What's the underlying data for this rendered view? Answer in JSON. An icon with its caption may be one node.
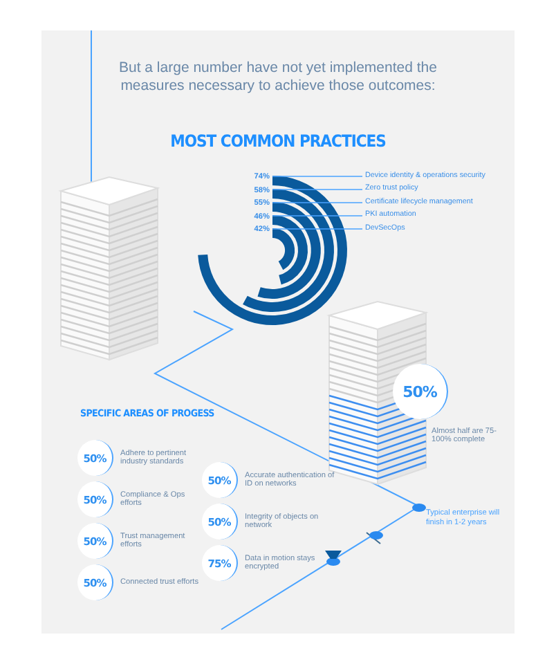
{
  "diagram": {
    "title": "But a large number have not yet implemented the measures necessary to achieve those outcomes:",
    "nodes": [
      {
        "text": [
          "50%"
        ],
        "beside": [
          "Almost half are 75-100% complete"
        ]
      },
      {
        "text": [
          "50%"
        ],
        "beside": [
          "Adhere to pertinent industry standards"
        ]
      },
      {
        "text": [
          "50%"
        ],
        "beside": [
          "Compliance & Ops efforts"
        ]
      },
      {
        "text": [
          "50%"
        ],
        "beside": [
          "Trust management efforts"
        ]
      },
      {
        "text": [
          "50%"
        ],
        "beside": [
          "Connected trust efforts"
        ]
      },
      {
        "text": [
          "50%"
        ],
        "beside": [
          "Accurate authentication of ID on networks"
        ]
      },
      {
        "text": [
          "50%"
        ],
        "beside": [
          "Integrity of objects on network"
        ]
      },
      {
        "text": [
          "75%"
        ],
        "beside": [
          "Data in motion stays encrypted"
        ]
      }
    ],
    "labels": [
      "MOST COMMON PRACTICES",
      "74%",
      "Device identity & operations security",
      "58%",
      "Zero trust policy",
      "55%",
      "Certificate lifecycle management",
      "46%",
      "PKI automation",
      "42%",
      "DevSecOps",
      "SPECIFIC AREAS OF PROGESS",
      "Typical enterprise will finish in 1-2 years"
    ]
  }
}
